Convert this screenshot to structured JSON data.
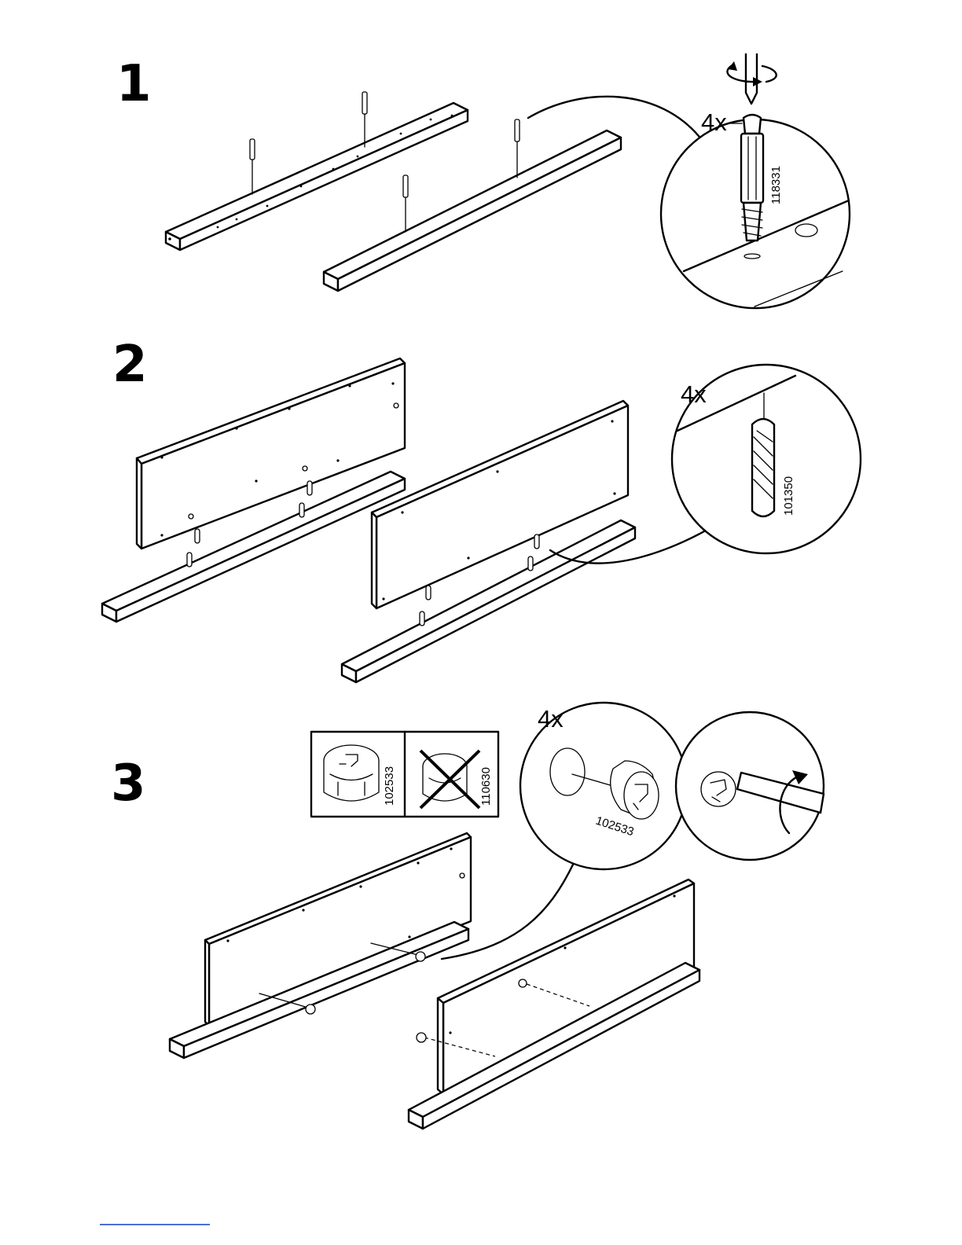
{
  "steps": [
    {
      "number": "1",
      "detail_quantity": "4x",
      "part_number": "118331"
    },
    {
      "number": "2",
      "detail_quantity": "4x",
      "part_number": "101350"
    },
    {
      "number": "3",
      "detail_quantity": "4x",
      "part_number": "102533"
    }
  ],
  "step3_comparison": {
    "correct_part_number": "102533",
    "wrong_part_number": "110630"
  },
  "icons": [
    "rotate-arrows-icon",
    "screwdriver-icon",
    "cross-mark-icon",
    "rotate-arrow-icon"
  ]
}
